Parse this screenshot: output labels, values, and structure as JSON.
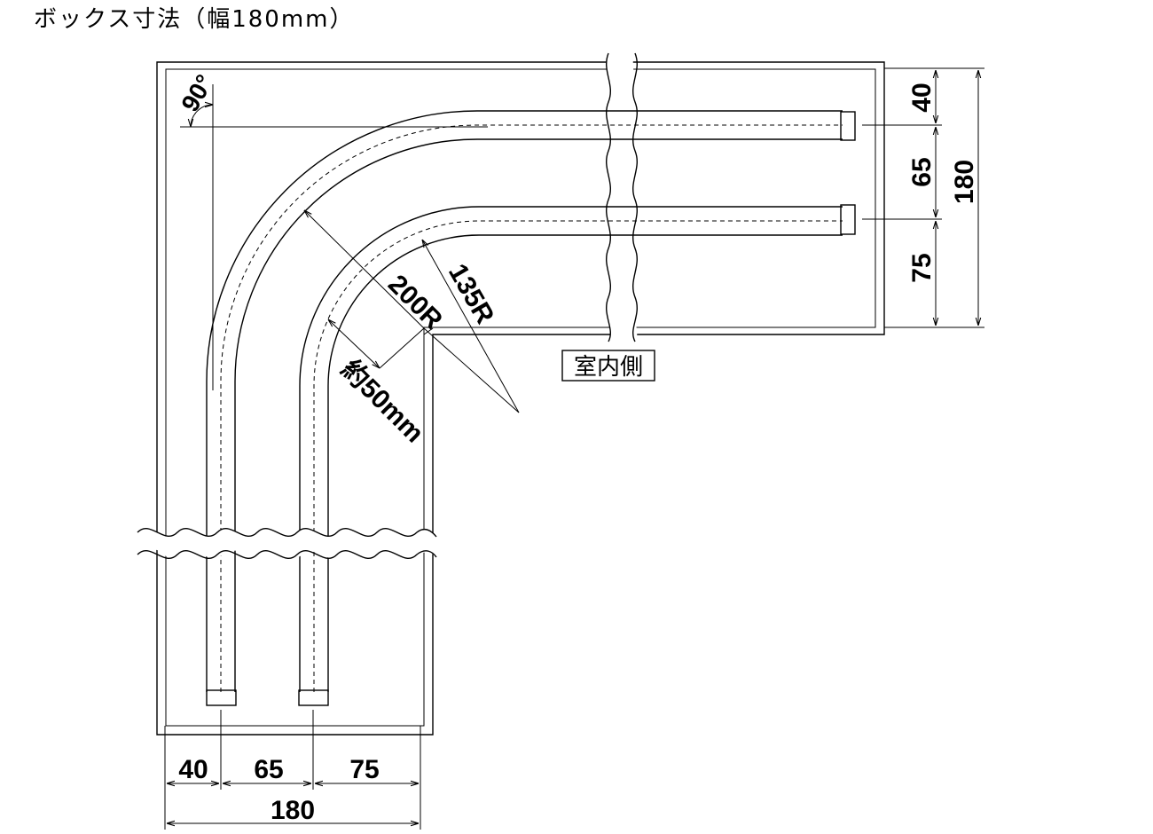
{
  "title": "ボックス寸法（幅180mm）",
  "angle_label": "90°",
  "indoor_label": "室内側",
  "radius_outer_label": "200R",
  "radius_inner_label": "135R",
  "gap_label": "約50mm",
  "right_dims": {
    "d1": "40",
    "d2": "65",
    "d3": "75",
    "total": "180"
  },
  "bottom_dims": {
    "d1": "40",
    "d2": "65",
    "d3": "75",
    "total": "180"
  }
}
